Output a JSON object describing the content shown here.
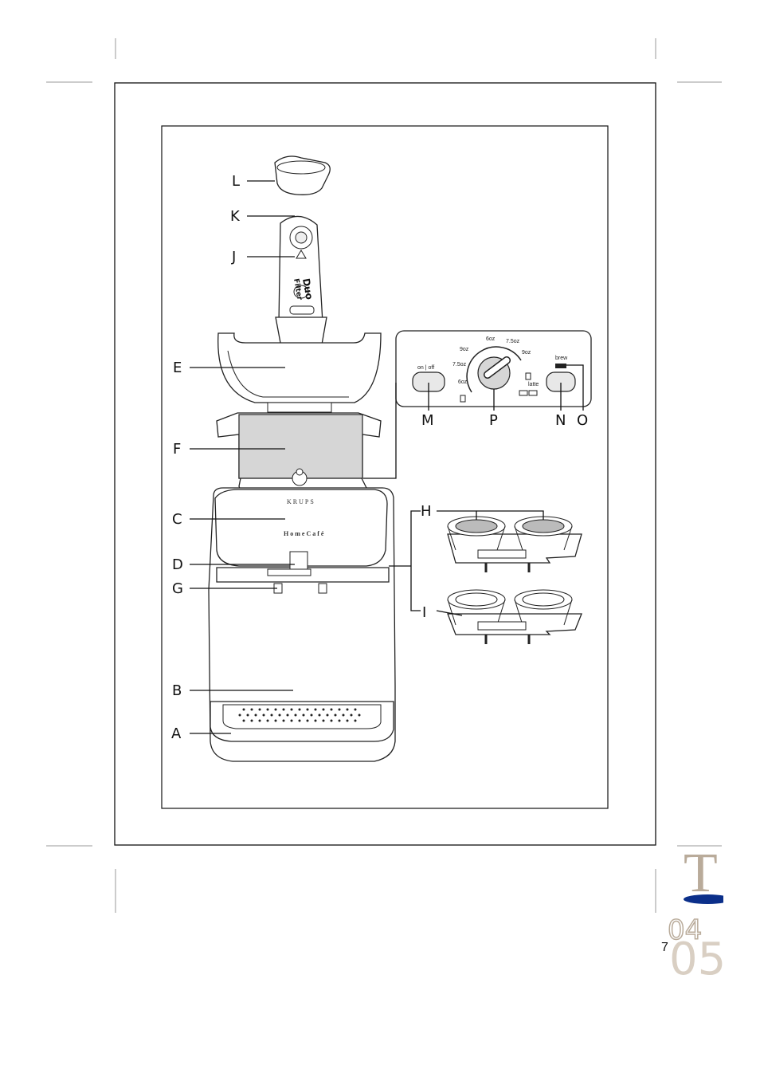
{
  "callouts": {
    "L": "L",
    "K": "K",
    "J": "J",
    "E": "E",
    "F": "F",
    "C": "C",
    "D": "D",
    "G": "G",
    "B": "B",
    "A": "A",
    "H": "H",
    "I": "I",
    "M": "M",
    "P": "P",
    "N": "N",
    "O": "O"
  },
  "panel": {
    "on_off": "on | off",
    "brew": "brew",
    "latte": "latte",
    "dial_9oz_left": "9oz",
    "dial_75oz_left": "7.5oz",
    "dial_6oz_left": "6oz",
    "dial_6oz_top": "6oz",
    "dial_75oz_right": "7.5oz",
    "dial_9oz_right": "9oz"
  },
  "machine": {
    "brand": "KRUPS",
    "model": "HomeCafé"
  },
  "filter": {
    "duo": "Duo",
    "filter": "Filter"
  },
  "page": {
    "number": "7",
    "side_letter": "T",
    "side_top": "04",
    "side_bottom": "05"
  },
  "colors": {
    "accent_blue": "#0b2f8a",
    "side_tan": "#b9ab9a"
  }
}
